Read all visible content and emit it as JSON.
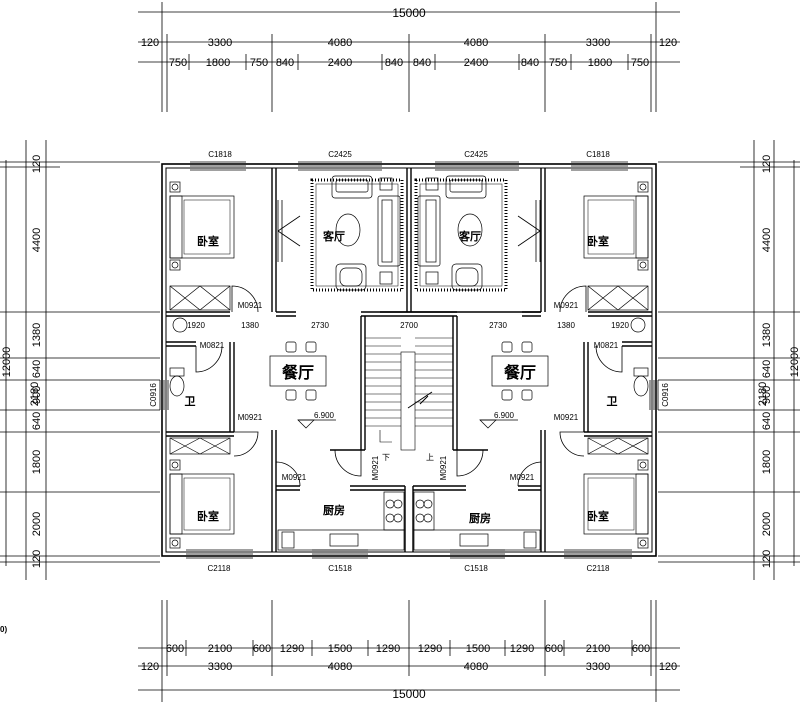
{
  "dims": {
    "top_total": "15000",
    "top_mid": [
      "120",
      "3300",
      "4080",
      "4080",
      "3300",
      "120"
    ],
    "top_small": [
      "750",
      "1800",
      "750",
      "840",
      "2400",
      "840",
      "840",
      "2400",
      "840",
      "750",
      "1800",
      "750"
    ],
    "bottom_small": [
      "600",
      "2100",
      "600",
      "1290",
      "1500",
      "1290",
      "1290",
      "1500",
      "1290",
      "600",
      "2100",
      "600"
    ],
    "bottom_mid": [
      "120",
      "3300",
      "4080",
      "4080",
      "3300",
      "120"
    ],
    "bottom_total": "15000",
    "left_vert": [
      "120",
      "4400",
      "1380",
      "640",
      "900",
      "640",
      "1800",
      "2000",
      "120"
    ],
    "left_sub": "2180",
    "left_total": "12000",
    "right_vert": [
      "120",
      "4400",
      "1380",
      "640",
      "900",
      "640",
      "1800",
      "2000",
      "120"
    ],
    "right_sub": "2180",
    "right_total": "12000",
    "interior": [
      "1920",
      "1380",
      "2730",
      "2700",
      "2730",
      "1380",
      "1920"
    ]
  },
  "openings": {
    "c1818_l": "C1818",
    "c2425_l": "C2425",
    "c2425_r": "C2425",
    "c1818_r": "C1818",
    "c2118_l": "C2118",
    "c1518_l": "C1518",
    "c1518_r": "C1518",
    "c2118_r": "C2118",
    "m0921": "M0921",
    "m0821": "M0821",
    "c0916": "C0916"
  },
  "rooms": {
    "bedroom": "卧室",
    "living": "客厅",
    "dining": "餐厅",
    "bath": "卫",
    "kitchen": "厨房"
  },
  "levels": {
    "left": "6.900",
    "right": "6.900"
  },
  "stair": {
    "down": "下",
    "up": "上"
  },
  "edge_note": "0)"
}
